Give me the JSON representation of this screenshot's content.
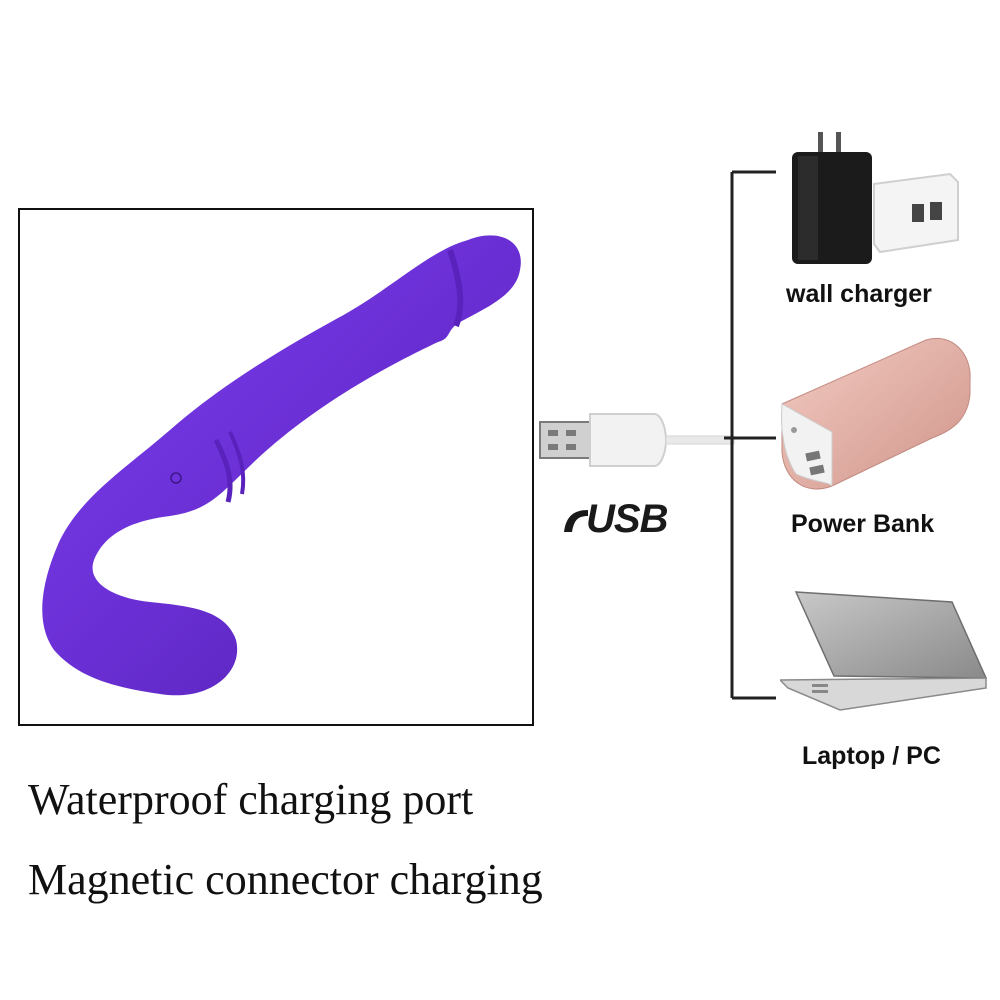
{
  "captions": {
    "line1": "Waterproof charging port",
    "line2": "Magnetic connector charging"
  },
  "usb": {
    "logo_text": "USB"
  },
  "devices": [
    {
      "label": "wall charger",
      "icon": "wall-charger-icon"
    },
    {
      "label": "Power Bank",
      "icon": "power-bank-icon"
    },
    {
      "label": "Laptop / PC",
      "icon": "laptop-icon"
    }
  ],
  "colors": {
    "product_purple": "#6a2fd4",
    "power_bank_pink": "#e8b7ae",
    "laptop_gray": "#9a9a9a",
    "charger_black": "#1b1b1b"
  }
}
